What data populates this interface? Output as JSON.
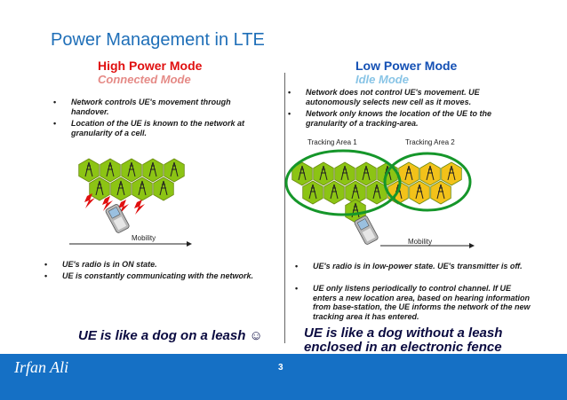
{
  "slide_title": "Power Management in LTE",
  "left": {
    "heading": "High Power Mode",
    "subheading": "Connected Mode",
    "bullets_top": [
      "Network  controls UE's movement through handover.",
      "Location of the UE is known to the network at granularity of a cell."
    ],
    "mobility_label": "Mobility",
    "bullets_bottom": [
      "UE's radio is in ON state.",
      "UE is constantly communicating with the network."
    ],
    "summary": "UE is like a dog on a leash ☺"
  },
  "right": {
    "heading": "Low Power Mode",
    "subheading": "Idle Mode",
    "bullets_top": [
      "Network does not control UE's movement. UE autonomously selects new cell as it moves.",
      "Network  only knows the location of the UE to the granularity of a tracking-area."
    ],
    "tracking_area_1": "Tracking Area 1",
    "tracking_area_2": "Tracking Area 2",
    "mobility_label": "Mobility",
    "bullets_bottom": [
      "UE's radio is in low-power state.  UE's transmitter is off.",
      "UE only listens periodically to control channel. If UE enters a new location area, based on hearing information from base-station, the UE informs the network of the new tracking area it has entered."
    ],
    "summary_line1": "UE is like a dog without a leash",
    "summary_line2": "enclosed in an electronic fence"
  },
  "footer": {
    "author": "Irfan Ali",
    "page_number": "3"
  },
  "colors": {
    "title": "#1f6fb8",
    "high_power": "#e01010",
    "low_power": "#1450b4",
    "connected_mode": "#e58a86",
    "idle_mode": "#88c4e6",
    "cell_green": "#8cc414",
    "cell_yellow": "#f2c21a",
    "fence_green": "#15962a",
    "footer_blue": "#1570c5"
  }
}
